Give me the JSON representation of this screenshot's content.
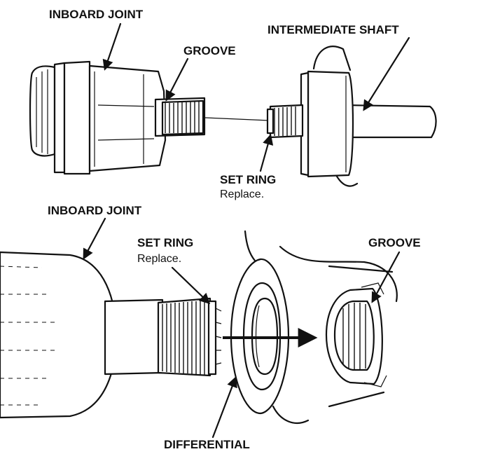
{
  "labels": {
    "top_inboard_joint": "INBOARD JOINT",
    "top_groove": "GROOVE",
    "intermediate_shaft": "INTERMEDIATE SHAFT",
    "top_set_ring": "SET RING",
    "top_set_ring_note": "Replace.",
    "bottom_inboard_joint": "INBOARD JOINT",
    "bottom_set_ring": "SET RING",
    "bottom_set_ring_note": "Replace.",
    "bottom_groove": "GROOVE",
    "differential": "DIFFERENTIAL"
  }
}
